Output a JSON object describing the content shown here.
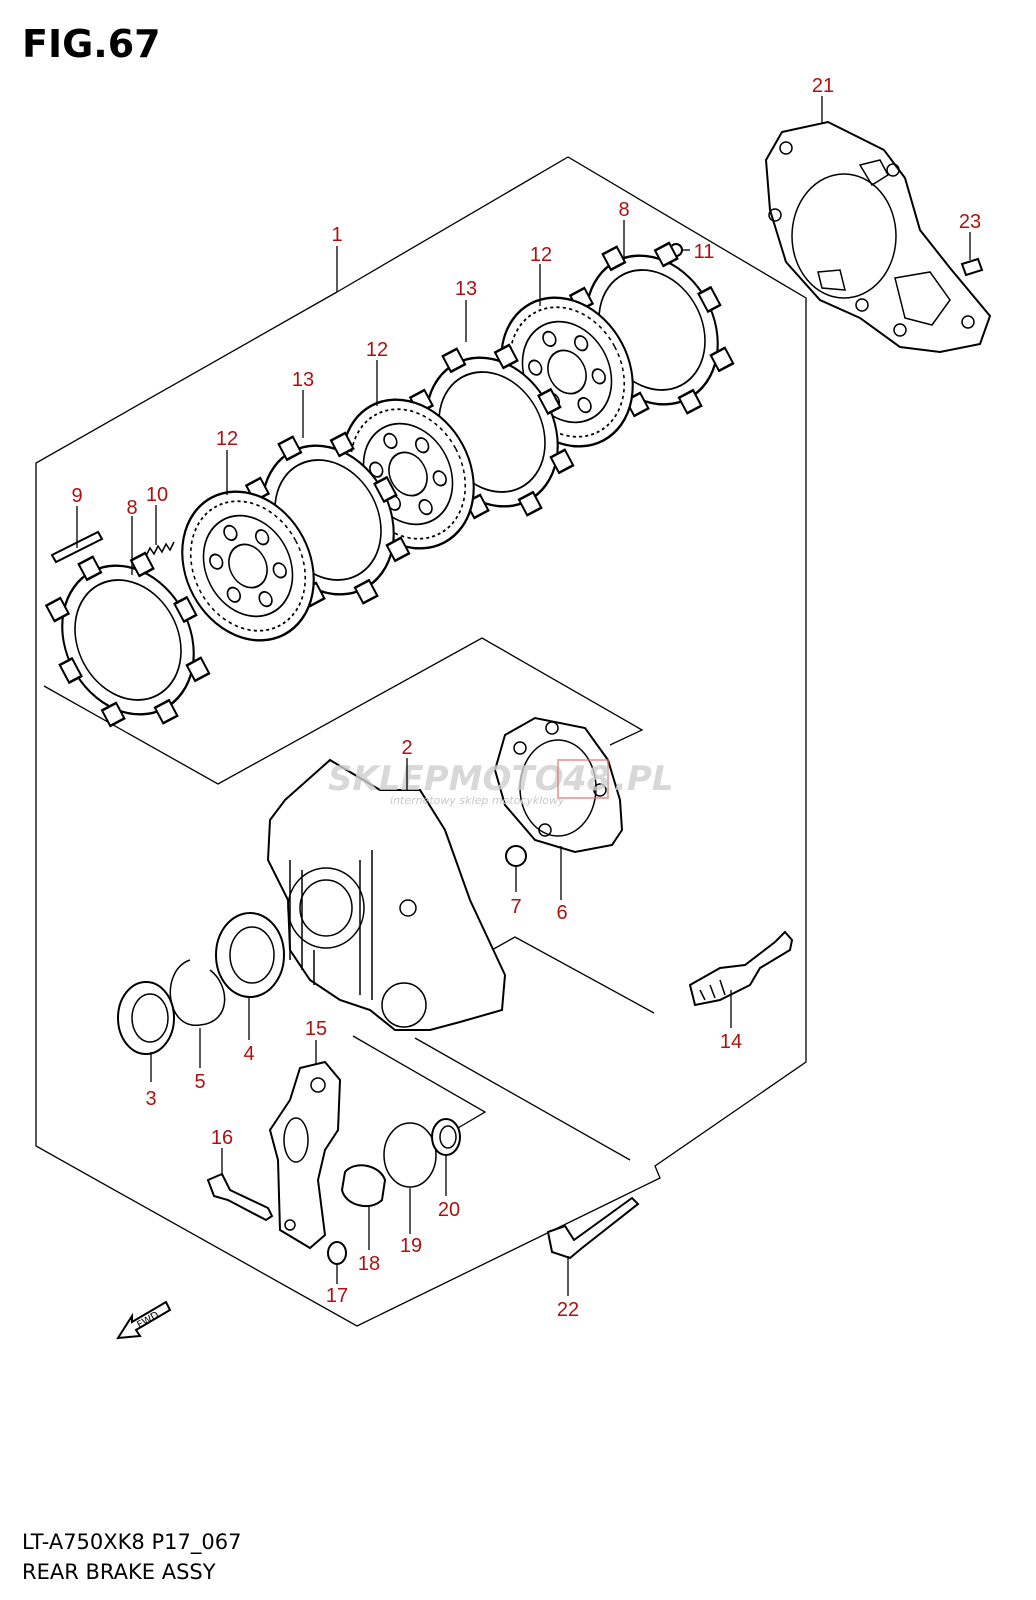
{
  "figure": {
    "title": "FIG.67",
    "model_code": "LT-A750XK8 P17_067",
    "assembly_name": "REAR BRAKE ASSY"
  },
  "watermark": {
    "brand": "SKLEPMOTO",
    "brand_box": "48",
    "brand_suffix": ".PL",
    "tagline": "internetowy sklep motocyklowy"
  },
  "direction_label": "FWD",
  "colors": {
    "callout": "#b01010",
    "line": "#000000",
    "watermark": "#cfcfcf",
    "watermark_accent": "#e07070"
  },
  "callouts": [
    {
      "id": "c1",
      "label": "1"
    },
    {
      "id": "c2",
      "label": "2"
    },
    {
      "id": "c3",
      "label": "3"
    },
    {
      "id": "c4",
      "label": "4"
    },
    {
      "id": "c5",
      "label": "5"
    },
    {
      "id": "c6",
      "label": "6"
    },
    {
      "id": "c7",
      "label": "7"
    },
    {
      "id": "c8a",
      "label": "8"
    },
    {
      "id": "c8b",
      "label": "8"
    },
    {
      "id": "c9",
      "label": "9"
    },
    {
      "id": "c10",
      "label": "10"
    },
    {
      "id": "c11",
      "label": "11"
    },
    {
      "id": "c12a",
      "label": "12"
    },
    {
      "id": "c12b",
      "label": "12"
    },
    {
      "id": "c12c",
      "label": "12"
    },
    {
      "id": "c13a",
      "label": "13"
    },
    {
      "id": "c13b",
      "label": "13"
    },
    {
      "id": "c14",
      "label": "14"
    },
    {
      "id": "c15",
      "label": "15"
    },
    {
      "id": "c16",
      "label": "16"
    },
    {
      "id": "c17",
      "label": "17"
    },
    {
      "id": "c18",
      "label": "18"
    },
    {
      "id": "c19",
      "label": "19"
    },
    {
      "id": "c20",
      "label": "20"
    },
    {
      "id": "c21",
      "label": "21"
    },
    {
      "id": "c22",
      "label": "22"
    },
    {
      "id": "c23",
      "label": "23"
    }
  ]
}
